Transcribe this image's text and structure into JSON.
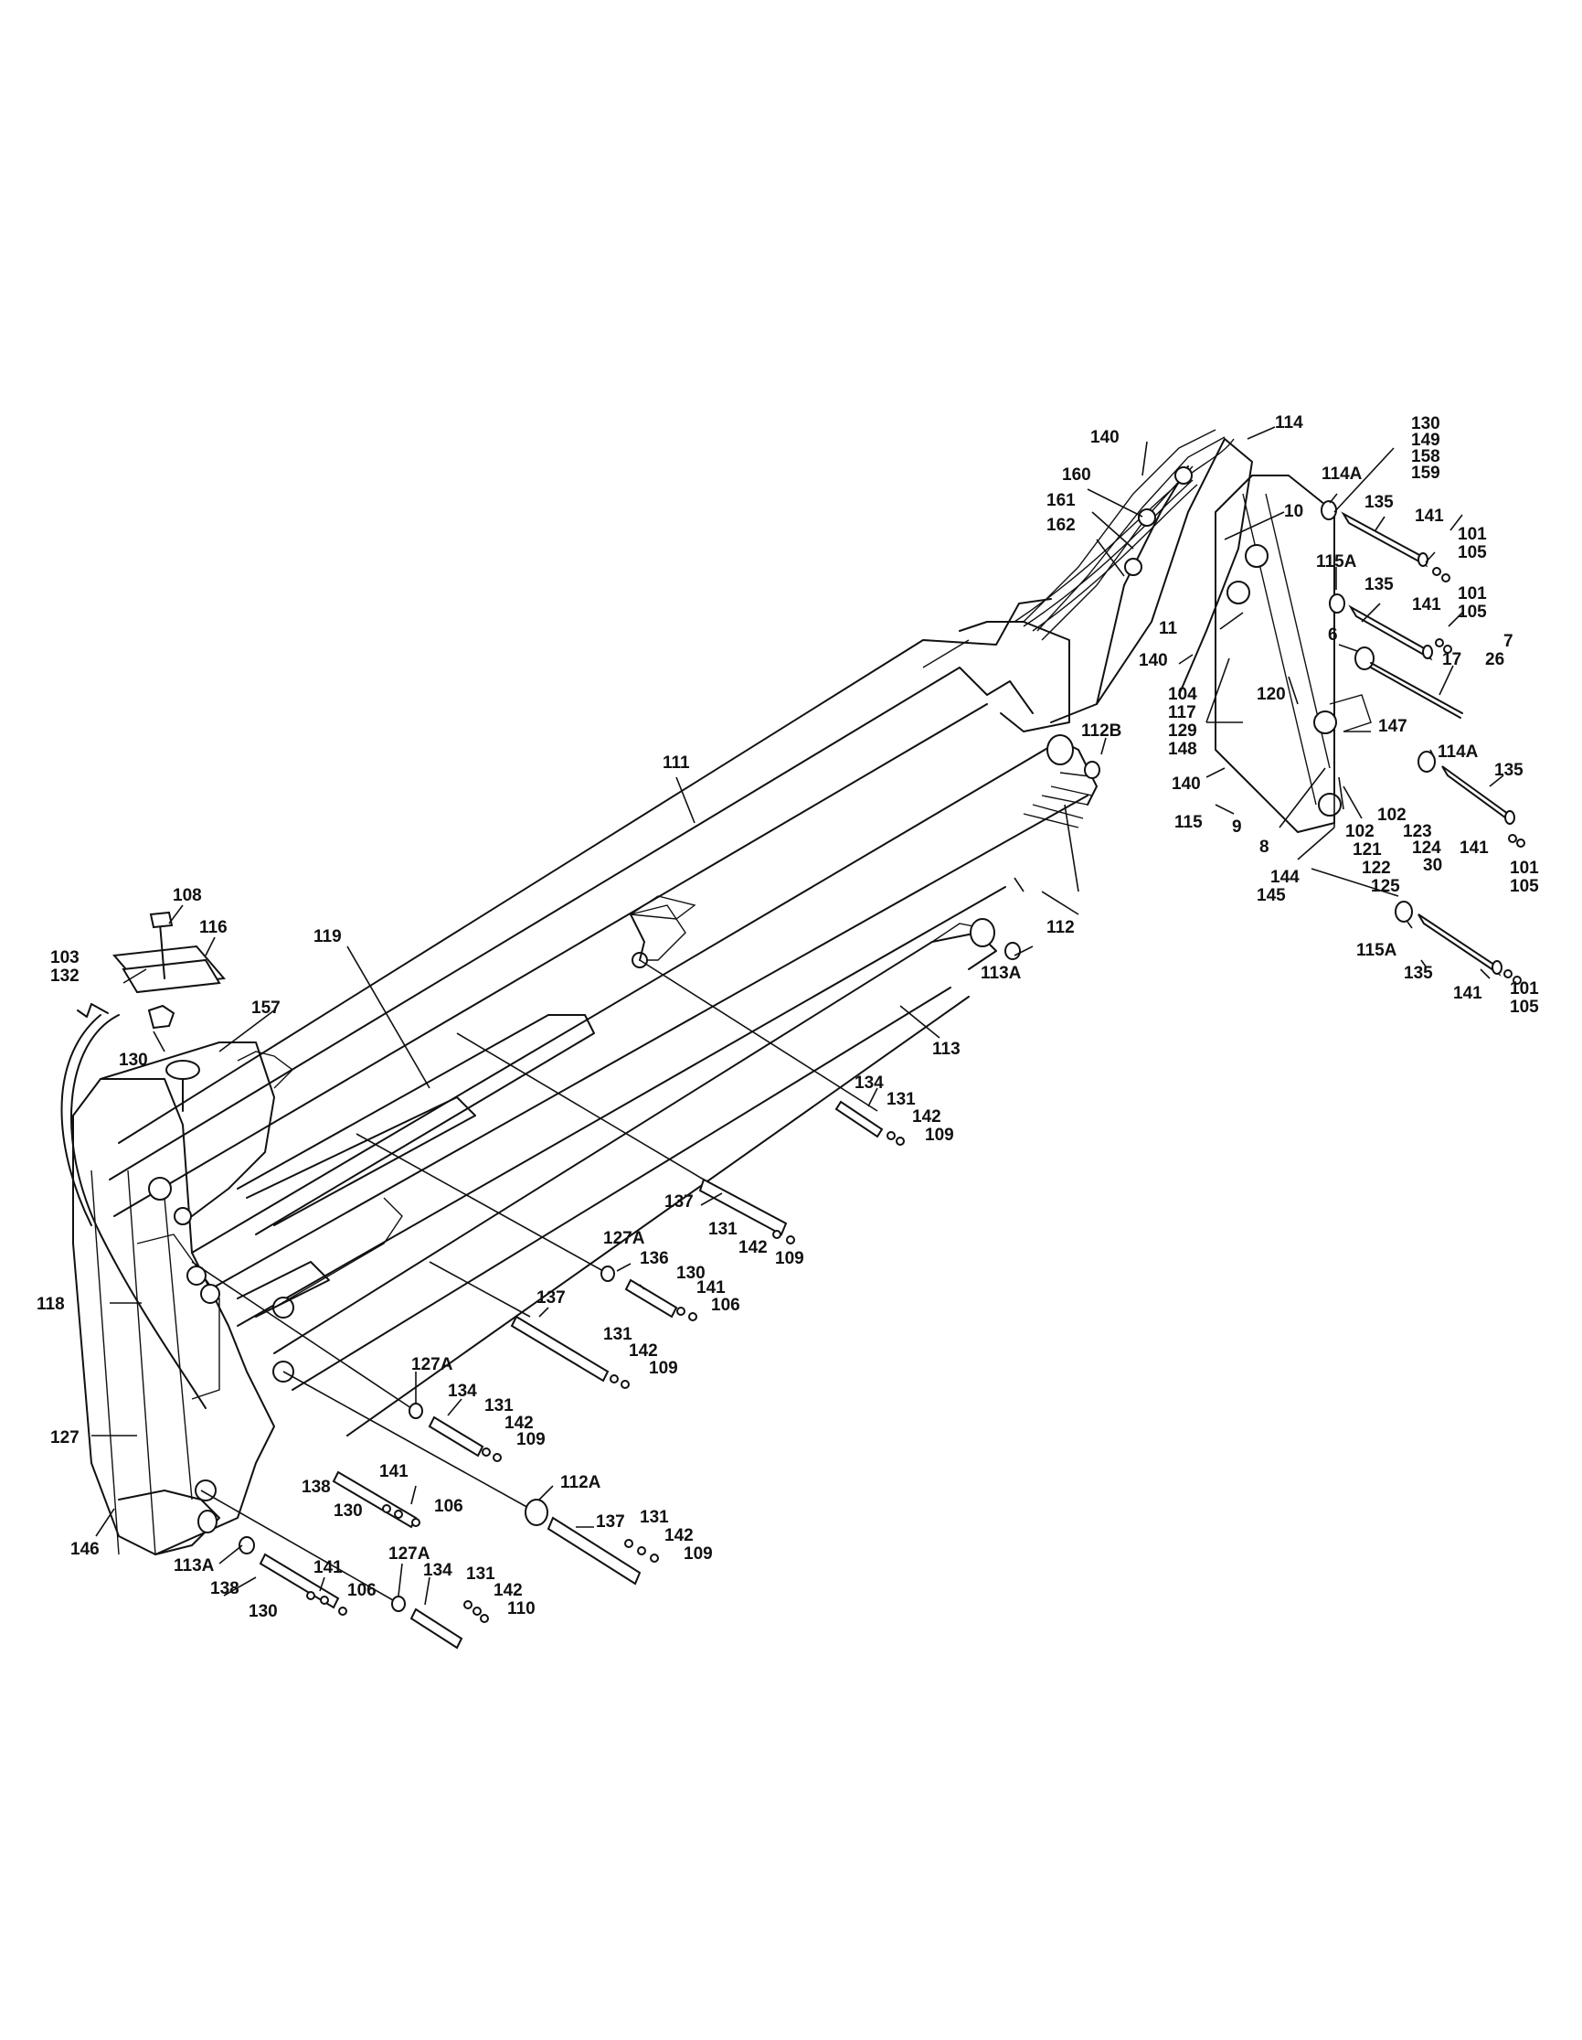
{
  "labels": {
    "l140a": "140",
    "l114": "114",
    "l130a": "130",
    "l149": "149",
    "l158": "158",
    "l159": "159",
    "l160": "160",
    "l114Aa": "114A",
    "l161": "161",
    "l162": "162",
    "l135a": "135",
    "l10": "10",
    "l141a": "141",
    "l101a": "101",
    "l105a": "105",
    "l115Aa": "115A",
    "l135b": "135",
    "l101b": "101",
    "l141b": "141",
    "l105b": "105",
    "l11": "11",
    "l6": "6",
    "l7": "7",
    "l140b": "140",
    "l17": "17",
    "l26": "26",
    "l104": "104",
    "l117": "117",
    "l129": "129",
    "l148": "148",
    "l120": "120",
    "l147": "147",
    "l112B": "112B",
    "l140c": "140",
    "l114Ab": "114A",
    "l135c": "135",
    "l111": "111",
    "l115": "115",
    "l102a": "102",
    "l9": "9",
    "l123": "123",
    "l8": "8",
    "l102b": "102",
    "l124": "124",
    "l121": "121",
    "l141c": "141",
    "l30": "30",
    "l122": "122",
    "l101c": "101",
    "l125": "125",
    "l144": "144",
    "l105c": "105",
    "l145": "145",
    "l108": "108",
    "l116": "116",
    "l119": "119",
    "l112": "112",
    "l103": "103",
    "l132": "132",
    "l113A": "113A",
    "l115Ab": "115A",
    "l157": "157",
    "l135d": "135",
    "l101d": "101",
    "l141d": "141",
    "l105d": "105",
    "l130b": "130",
    "l113": "113",
    "l134a": "134",
    "l131a": "131",
    "l142a": "142",
    "l109a": "109",
    "l137a": "137",
    "l131b": "131",
    "l142b": "142",
    "l109b": "109",
    "l127Aa": "127A",
    "l136": "136",
    "l130c": "130",
    "l141e": "141",
    "l106a": "106",
    "l118": "118",
    "l137b": "137",
    "l131c": "131",
    "l142c": "142",
    "l109c": "109",
    "l127Ab": "127A",
    "l134b": "134",
    "l131d": "131",
    "l142d": "142",
    "l109d": "109",
    "l127": "127",
    "l112A": "112A",
    "l141f": "141",
    "l138a": "138",
    "l137c": "137",
    "l130d": "130",
    "l106b": "106",
    "l131e": "131",
    "l142e": "142",
    "l109e": "109",
    "l146": "146",
    "l127Ac": "127A",
    "l113Ab": "113A",
    "l141g": "141",
    "l134c": "134",
    "l131f": "131",
    "l138b": "138",
    "l142f": "142",
    "l106c": "106",
    "l110": "110",
    "l130e": "130"
  }
}
